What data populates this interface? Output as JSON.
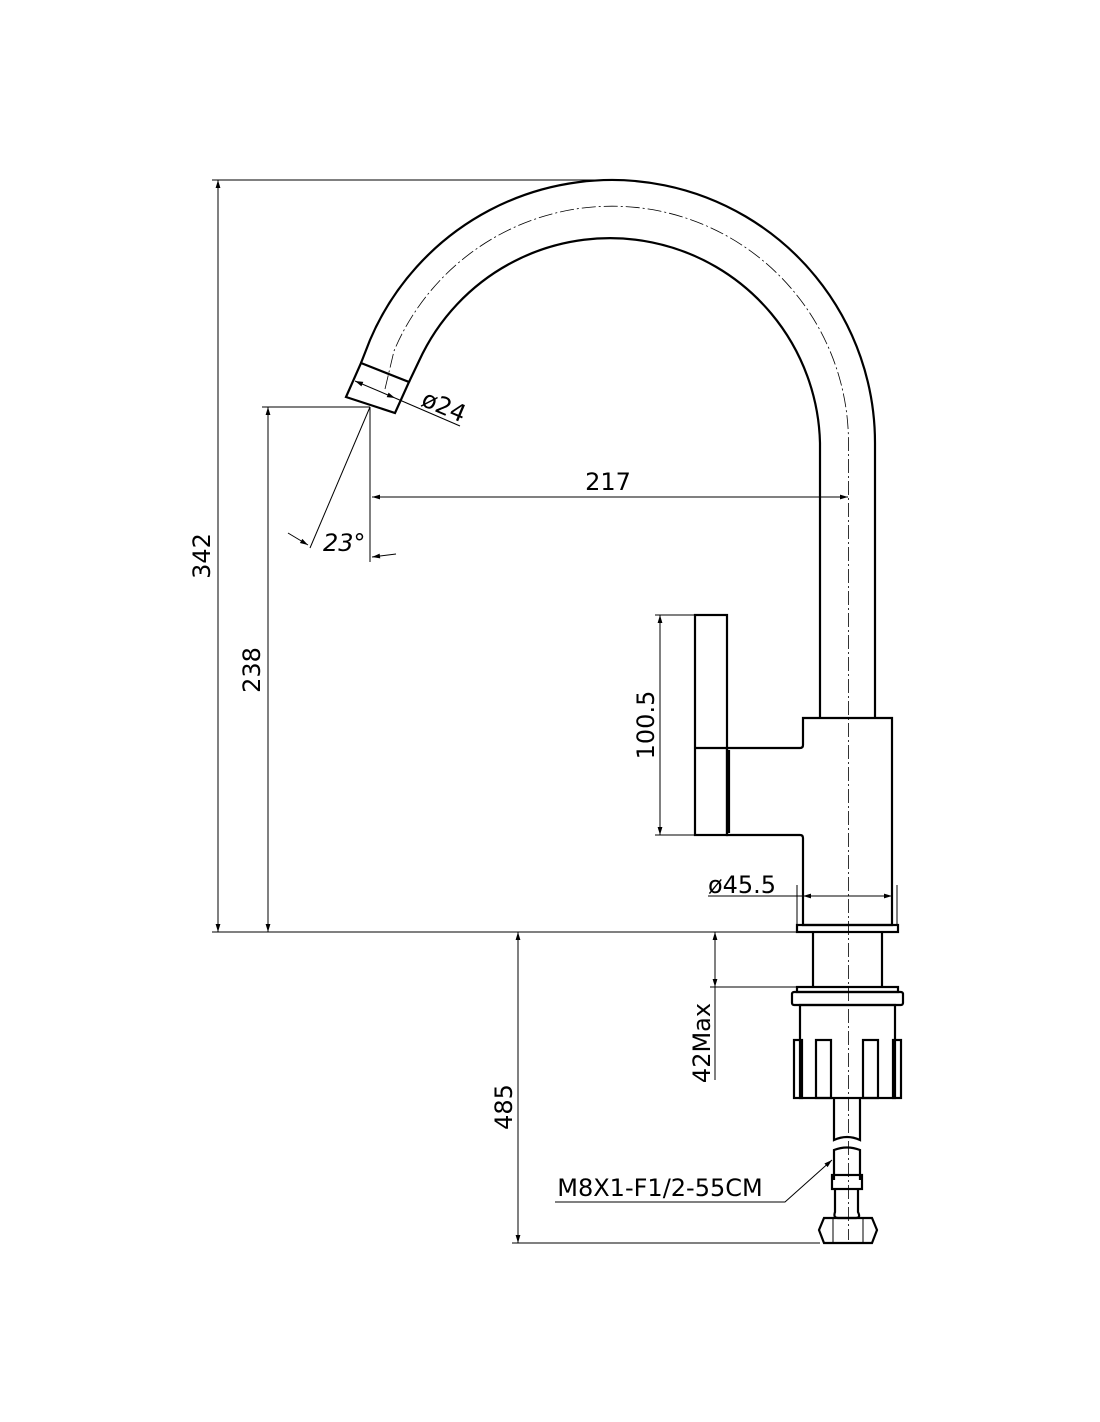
{
  "dimensions": {
    "total_height": "342",
    "spout_height": "238",
    "spout_reach": "217",
    "spout_angle": "23°",
    "spout_diameter": "ø24",
    "handle_length": "100.5",
    "body_diameter": "ø45.5",
    "max_deck_thickness": "42Max",
    "hose_length": "485",
    "hose_spec": "M8X1-F1/2-55CM"
  },
  "colors": {
    "line": "#000000",
    "background": "#ffffff"
  }
}
